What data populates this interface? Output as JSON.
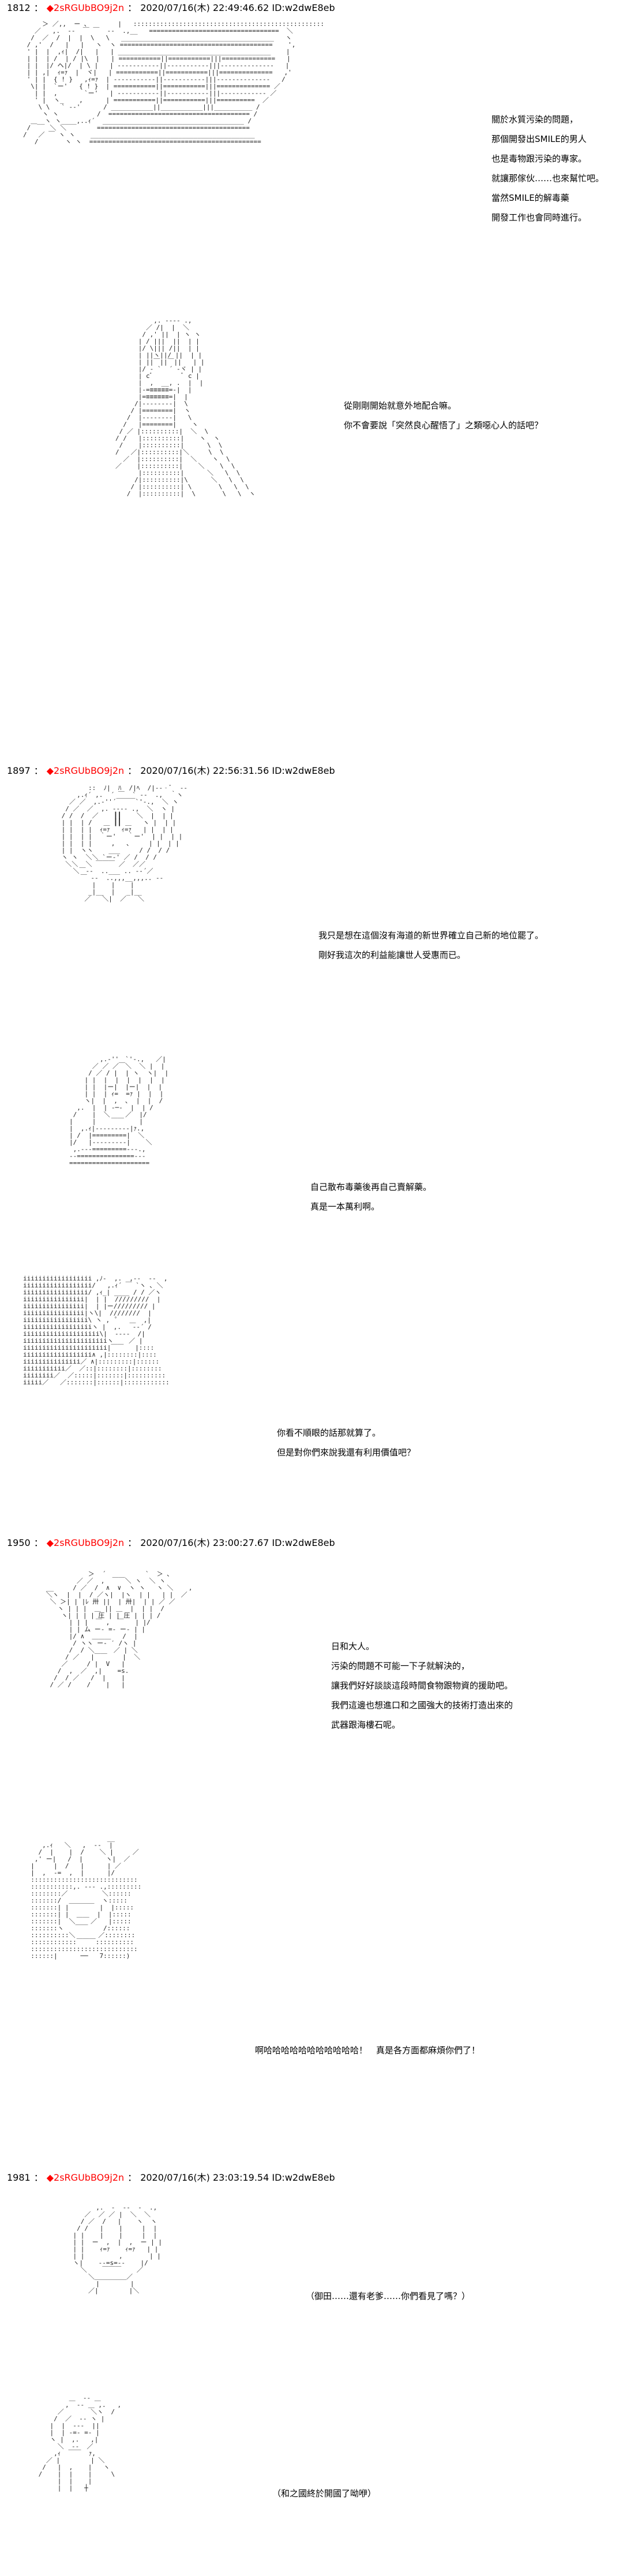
{
  "posts": [
    {
      "number": "1812",
      "trip": "◆2sRGUbBO9j2n",
      "datetime": "2020/07/16(木) 22:49:46.62",
      "id": "ID:w2dwE8eb",
      "panels": [
        {
          "dialogue": [
            "關於水質污染的問題，",
            "那個開發出SMILE的男人",
            "也是毒物跟污染的專家。",
            "就讓那傢伙……也來幫忙吧。",
            "當然SMILE的解毒藥",
            "開發工作也會同時進行。"
          ]
        },
        {
          "dialogue": [
            "從剛剛開始就意外地配合嘛。",
            "你不會要說「突然良心醒悟了」之類噁心人的話吧？"
          ]
        }
      ]
    },
    {
      "number": "1897",
      "trip": "◆2sRGUbBO9j2n",
      "datetime": "2020/07/16(木) 22:56:31.56",
      "id": "ID:w2dwE8eb",
      "panels": [
        {
          "dialogue": [
            "我只是想在這個沒有海道的新世界確立自己新的地位罷了。",
            "剛好我這次的利益能讓世人受惠而已。"
          ]
        },
        {
          "dialogue": [
            "自己散布毒藥後再自己賣解藥。",
            "真是一本萬利啊。"
          ]
        },
        {
          "dialogue": [
            "你看不順眼的話那就算了。",
            "但是對你們來說我還有利用價值吧？"
          ]
        }
      ]
    },
    {
      "number": "1950",
      "trip": "◆2sRGUbBO9j2n",
      "datetime": "2020/07/16(木) 23:00:27.67",
      "id": "ID:w2dwE8eb",
      "panels": [
        {
          "dialogue": [
            "日和大人。",
            "污染的問題不可能一下子就解決的，",
            "讓我們好好談談這段時間食物跟物資的援助吧。",
            "我們這邊也想進口和之國強大的技術打造出來的",
            "武器跟海樓石呢。"
          ]
        },
        {
          "dialogue": [
            "啊哈哈哈哈哈哈哈哈哈哈哈！　真是各方面都麻煩你們了！"
          ]
        }
      ]
    },
    {
      "number": "1981",
      "trip": "◆2sRGUbBO9j2n",
      "datetime": "2020/07/16(木) 23:03:19.54",
      "id": "ID:w2dwE8eb",
      "panels": [
        {
          "dialogue": [
            "（御田……還有老爹……你們看見了嗎？）"
          ]
        },
        {
          "dialogue": [
            "（和之國終於開國了呦咿）"
          ]
        }
      ]
    }
  ],
  "separator": "："
}
